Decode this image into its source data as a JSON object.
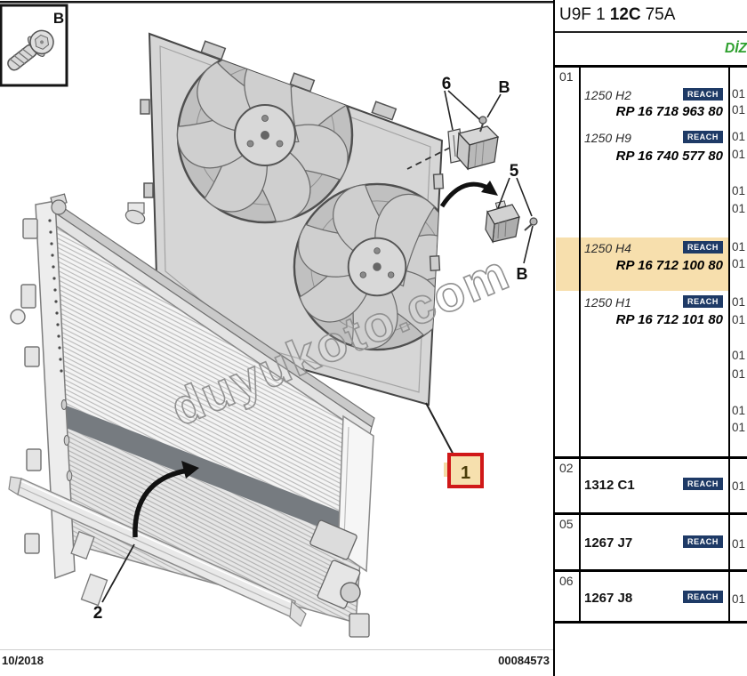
{
  "watermark": "duyukoto.com",
  "footer": {
    "date": "10/2018",
    "doc_number": "00084573"
  },
  "diagram": {
    "callouts": {
      "screw_box_label": "B",
      "fan_assembly": "1",
      "deflector_strip": "2",
      "sensor": "5",
      "sensor_screw_label": "B",
      "resistor": "6",
      "resistor_screw_label": "B"
    }
  },
  "panel": {
    "title": {
      "prefix": "U9F 1",
      "bold": "12C",
      "suffix": "75A"
    },
    "fuel_label": "DİZ",
    "sections": [
      {
        "ref": "01",
        "rows": [
          {
            "code": "1250 H2",
            "badge": "REACH"
          },
          {
            "rp": "RP 16 718 963 80"
          },
          {
            "code": "1250 H9",
            "badge": "REACH"
          },
          {
            "rp": "RP 16 740 577 80"
          },
          {
            "code": "1250 H4",
            "badge": "REACH",
            "highlighted": true
          },
          {
            "rp": "RP 16 712 100 80",
            "highlighted": true
          },
          {
            "code": "1250 H1",
            "badge": "REACH"
          },
          {
            "rp": "RP 16 712 101 80"
          }
        ],
        "qty": [
          "01",
          "01",
          "01",
          "01",
          "01",
          "01",
          "01",
          "01",
          "01",
          "01",
          "01",
          "01",
          "01",
          "01"
        ]
      },
      {
        "ref": "02",
        "rows": [
          {
            "code": "1312 C1",
            "badge": "REACH"
          }
        ],
        "qty": [
          "01"
        ]
      },
      {
        "ref": "05",
        "rows": [
          {
            "code": "1267 J7",
            "badge": "REACH"
          }
        ],
        "qty": [
          "01"
        ]
      },
      {
        "ref": "06",
        "rows": [
          {
            "code": "1267 J8",
            "badge": "REACH"
          }
        ],
        "qty": [
          "01"
        ]
      }
    ]
  },
  "colors": {
    "highlight": "#f7dfad",
    "reach_badge": "#1e3a66",
    "callout_red": "#d01818",
    "fuel_green": "#2ea02e"
  }
}
